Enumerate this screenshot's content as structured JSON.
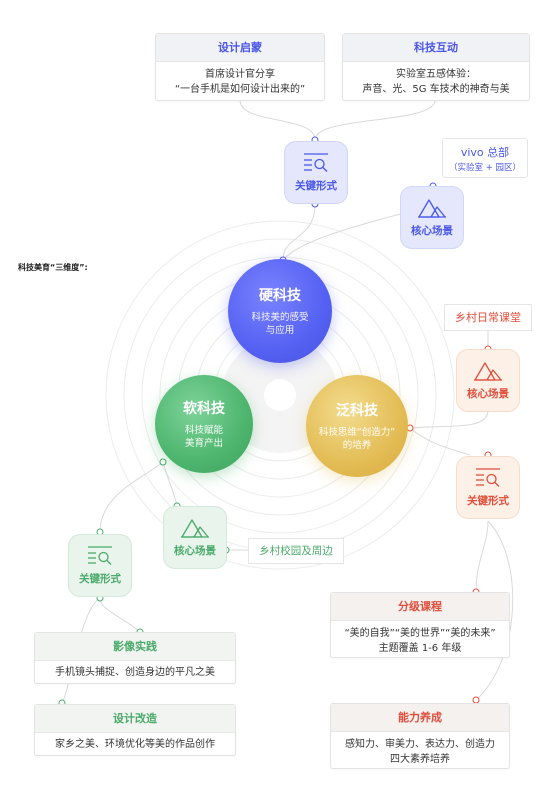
{
  "side_title": "科技美育“三维度”:",
  "cards": {
    "design_enlight": {
      "title": "设计启蒙",
      "line1": "首席设计官分享",
      "line2": "“一台手机是如何设计出来的”"
    },
    "tech_interact": {
      "title": "科技互动",
      "line1": "实验室五感体验：",
      "line2": "声音、光、5G 车技术的神奇与美"
    },
    "graded_course": {
      "title": "分级课程",
      "line1": "“美的自我”“美的世界”“美的未来”",
      "line2": "主题覆盖 1-6 年级"
    },
    "ability": {
      "title": "能力养成",
      "line1": "感知力、审美力、表达力、创造力",
      "line2": "四大素养培养"
    },
    "image_practice": {
      "title": "影像实践",
      "line1": "手机镜头捕捉、创造身边的平凡之美"
    },
    "design_reform": {
      "title": "设计改造",
      "line1": "家乡之美、环境优化等美的作品创作"
    }
  },
  "tags": {
    "vivo_hq": {
      "line1": "vivo 总部",
      "line2": "（实验室 + 园区）"
    },
    "rural_class": "乡村日常课堂",
    "rural_campus": "乡村校园及周边"
  },
  "icon_boxes": {
    "blue_form": {
      "label": "关键形式",
      "icon": "search-list-icon"
    },
    "blue_scene": {
      "label": "核心场景",
      "icon": "mountain-icon"
    },
    "red_scene": {
      "label": "核心场景",
      "icon": "mountain-icon"
    },
    "red_form": {
      "label": "关键形式",
      "icon": "search-list-icon"
    },
    "green_scene": {
      "label": "核心场景",
      "icon": "mountain-icon"
    },
    "green_form": {
      "label": "关键形式",
      "icon": "search-list-icon"
    }
  },
  "circles": {
    "hard": {
      "title": "硬科技",
      "line1": "科技美的感受",
      "line2": "与应用"
    },
    "soft": {
      "title": "软科技",
      "line1": "科技赋能",
      "line2": "美育产出"
    },
    "pan": {
      "title": "泛科技",
      "line1": "科技思维“创造力”",
      "line2": "的培养"
    }
  },
  "colors": {
    "blue": "#4a57e8",
    "red": "#e04e3c",
    "green": "#4aaa6a",
    "gold": "#e3bc55",
    "line": "#d9d9d9"
  }
}
